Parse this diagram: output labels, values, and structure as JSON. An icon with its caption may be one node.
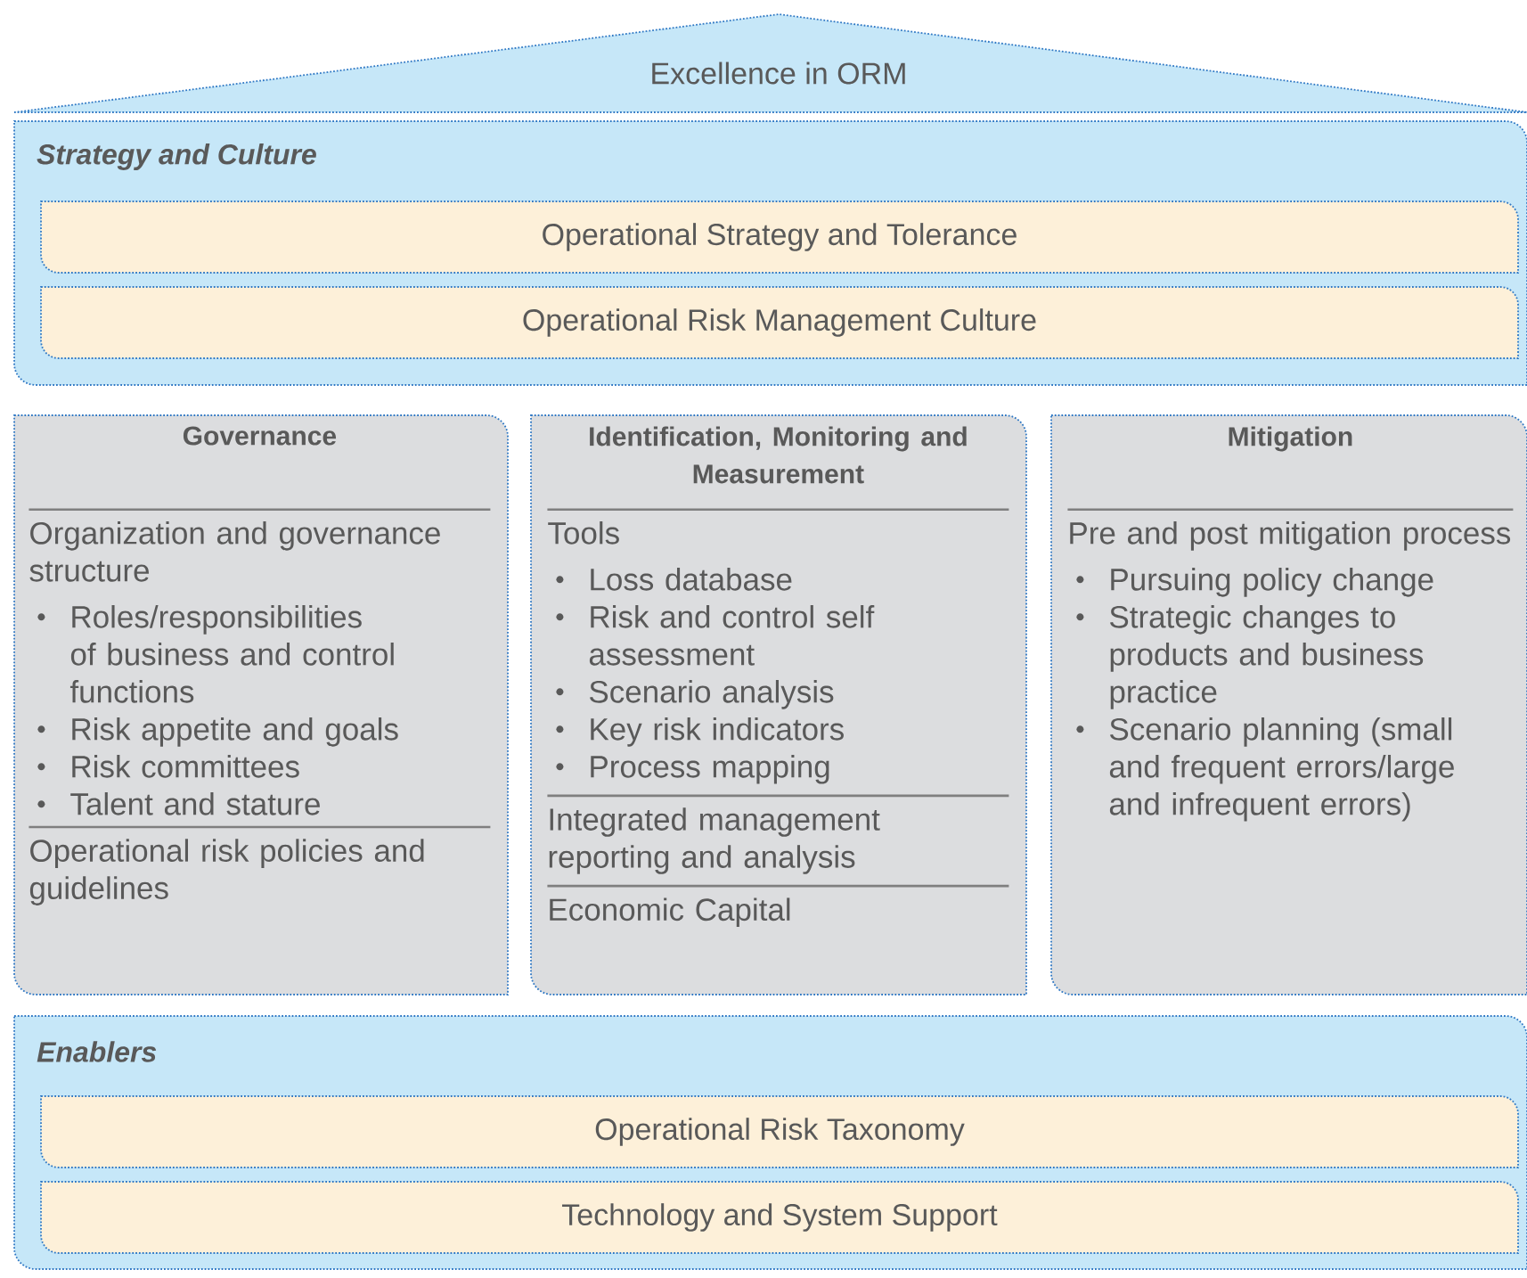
{
  "diagram": {
    "nodes": [
      {
        "text": [
          "Excellence in ORM"
        ]
      },
      {
        "text": [
          "Strategy and Culture"
        ]
      },
      {
        "text": [
          "Operational Strategy and Tolerance"
        ],
        "in": 1
      },
      {
        "text": [
          "Operational Risk Management Culture"
        ],
        "in": 1
      },
      {
        "text": [
          "Governance",
          "Organization and governance structure",
          "Roles/responsibilities of business and control functions",
          "Risk appetite and goals",
          "Risk committees",
          "Talent and stature",
          "Operational risk policies and guidelines"
        ]
      },
      {
        "text": [
          "Identification, Monitoring and Measurement",
          "Tools",
          "Loss database",
          "Risk and control self assessment",
          "Scenario analysis",
          "Key risk indicators",
          "Process mapping",
          "Integrated management reporting and analysis",
          "Economic Capital"
        ]
      },
      {
        "text": [
          "Mitigation",
          "Pre and post mitigation process",
          "Pursuing policy change",
          "Strategic changes to products and business practice",
          "Scenario planning (small and frequent errors/large and infrequent errors)"
        ]
      },
      {
        "text": [
          "Enablers"
        ]
      },
      {
        "text": [
          "Operational Risk Taxonomy"
        ],
        "in": 7
      },
      {
        "text": [
          "Technology and System Support"
        ],
        "in": 7
      }
    ]
  }
}
